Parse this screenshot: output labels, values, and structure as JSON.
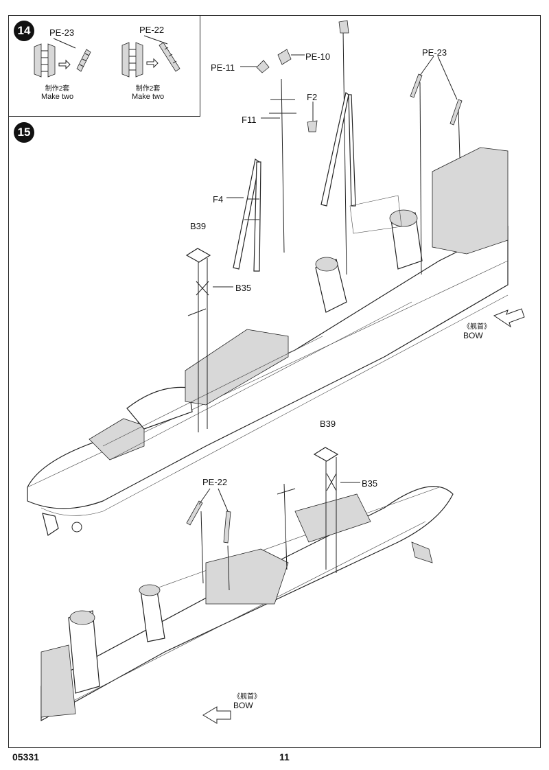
{
  "step14": {
    "number": "14",
    "left": {
      "part": "PE-23",
      "note_cn": "制作2套",
      "note_en": "Make two"
    },
    "right": {
      "part": "PE-22",
      "note_cn": "制作2套",
      "note_en": "Make two"
    }
  },
  "step15": {
    "number": "15",
    "labels": {
      "pe10": "PE-10",
      "pe11": "PE-11",
      "f2": "F2",
      "f11": "F11",
      "f4": "F4",
      "pe23": "PE-23",
      "b39_top": "B39",
      "b35_top": "B35",
      "b39_bottom": "B39",
      "b35_bottom": "B35",
      "pe22": "PE-22"
    },
    "bow_top": {
      "cn": "《舰首》",
      "en": "BOW"
    },
    "bow_bottom": {
      "cn": "《舰首》",
      "en": "BOW"
    }
  },
  "footer": {
    "code": "05331",
    "page": "11"
  }
}
